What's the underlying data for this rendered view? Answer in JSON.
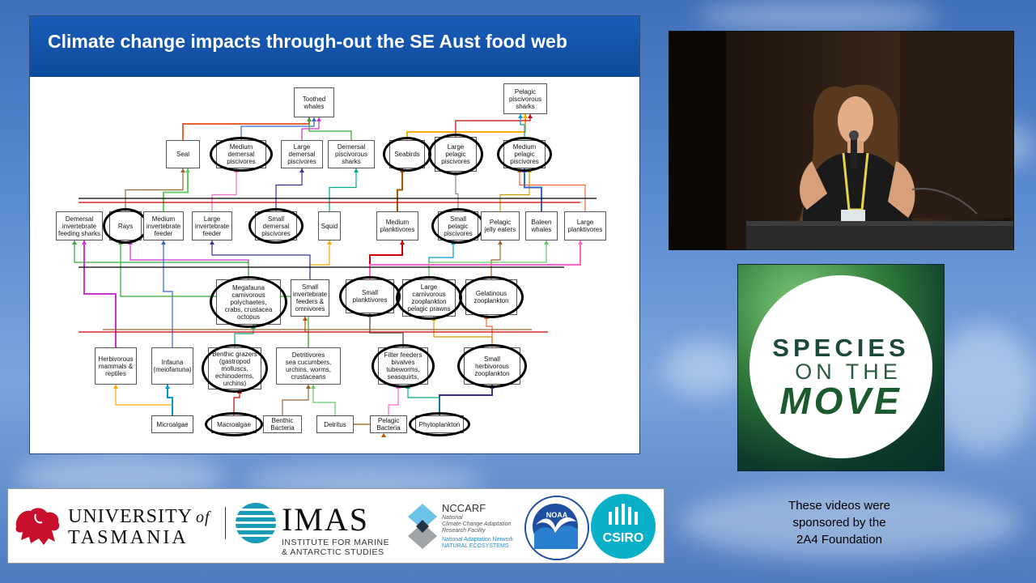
{
  "slide": {
    "title": "Climate change impacts through-out the SE Aust food web",
    "nodes": [
      {
        "id": "toothed",
        "label": "Toothed\nwhales"
      },
      {
        "id": "pelagic-sharks",
        "label": "Pelagic\npiscivorous\nsharks"
      },
      {
        "id": "seal",
        "label": "Seal"
      },
      {
        "id": "med-dem",
        "label": "Medium\ndemersal\npiscivores"
      },
      {
        "id": "large-dem",
        "label": "Large\ndemersal\npiscivores"
      },
      {
        "id": "dem-sharks",
        "label": "Demersal\npiscivorous\nsharks"
      },
      {
        "id": "seabirds",
        "label": "Seabirds"
      },
      {
        "id": "large-pel",
        "label": "Large pelagic\npiscivores"
      },
      {
        "id": "med-pel",
        "label": "Medium\npelagic\npiscivores"
      },
      {
        "id": "dem-inv-sharks",
        "label": "Demersal\ninvertebrate\nfeeding sharks"
      },
      {
        "id": "rays",
        "label": "Rays"
      },
      {
        "id": "med-inv",
        "label": "Medium\ninvertebrate\nfeeder"
      },
      {
        "id": "large-inv",
        "label": "Large\ninvertebrate\nfeeder"
      },
      {
        "id": "small-dem",
        "label": "Small\ndemersal\npiscivores"
      },
      {
        "id": "squid",
        "label": "Squid"
      },
      {
        "id": "med-plank",
        "label": "Medium\nplanktivores"
      },
      {
        "id": "small-pel",
        "label": "Small\npelagic\npiscivores"
      },
      {
        "id": "jelly",
        "label": "Pelagic\njelly eaters"
      },
      {
        "id": "baleen",
        "label": "Baleen\nwhales"
      },
      {
        "id": "large-plank",
        "label": "Large\nplanktivores"
      },
      {
        "id": "megafauna",
        "label": "Megafauna\ncarnivorous\npolychaetes,\ncrabs, crustacea\noctopus"
      },
      {
        "id": "small-inv",
        "label": "Small\ninvertebrate\nfeeders &\nomnivores"
      },
      {
        "id": "small-plank",
        "label": "Small\nplanktivores"
      },
      {
        "id": "large-zoo",
        "label": "Large\ncarnivorous\nzooplankton\npelagic prawns"
      },
      {
        "id": "gel-zoo",
        "label": "Gelatinous\nzooplankton"
      },
      {
        "id": "herb-mam",
        "label": "Herbivorous\nmammals &\nreptiles"
      },
      {
        "id": "infauna",
        "label": "Infauna\n(meiofanuna)"
      },
      {
        "id": "benthic-grazers",
        "label": "Benthic grazers\n(gastropod\nmolluscs,\nechinoderms,\nurchins)"
      },
      {
        "id": "detritivores",
        "label": "Detritivores\nsea cucumbers,\nurchins, worms,\ncrustaceans"
      },
      {
        "id": "filter",
        "label": "Filter feeders\nbivalves\ntubeworms,\nseasquirts,"
      },
      {
        "id": "small-herb-zoo",
        "label": "Small\nherbivorous\nzooplankton"
      },
      {
        "id": "microalgae",
        "label": "Microalgae"
      },
      {
        "id": "macroalgae",
        "label": "Macroalgae"
      },
      {
        "id": "benthic-bact",
        "label": "Benthic\nBacteria"
      },
      {
        "id": "detritus",
        "label": "Detritus"
      },
      {
        "id": "pel-bact",
        "label": "Pelagic\nBacteria"
      },
      {
        "id": "phyto",
        "label": "Phytoplankton"
      }
    ]
  },
  "logo": {
    "line1": "SPECIES",
    "line2": "ON THE",
    "line3": "MOVE"
  },
  "sponsors": {
    "utas_line1": "UNIVERSITY",
    "utas_of": "of",
    "utas_line2": "TASMANIA",
    "imas_name": "IMAS",
    "imas_sub1": "INSTITUTE FOR MARINE",
    "imas_sub2": "& ANTARCTIC STUDIES",
    "nccarf_name": "NCCARF",
    "nccarf_sub1": "National",
    "nccarf_sub2": "Climate Change Adaptation",
    "nccarf_sub3": "Research Facility",
    "nccarf_sub4": "National Adaptation Network",
    "nccarf_sub5": "NATURAL ECOSYSTEMS",
    "noaa_name": "NOAA",
    "csiro_name": "CSIRO"
  },
  "sponsor_note": {
    "line1": "These videos were",
    "line2": "sponsored by the",
    "line3": "2A4 Foundation"
  },
  "colors": {
    "header_blue": "#0e4a9c",
    "noaa_blue": "#1f4fa0",
    "csiro_teal": "#0ab0c8",
    "utas_red": "#c8102e"
  }
}
